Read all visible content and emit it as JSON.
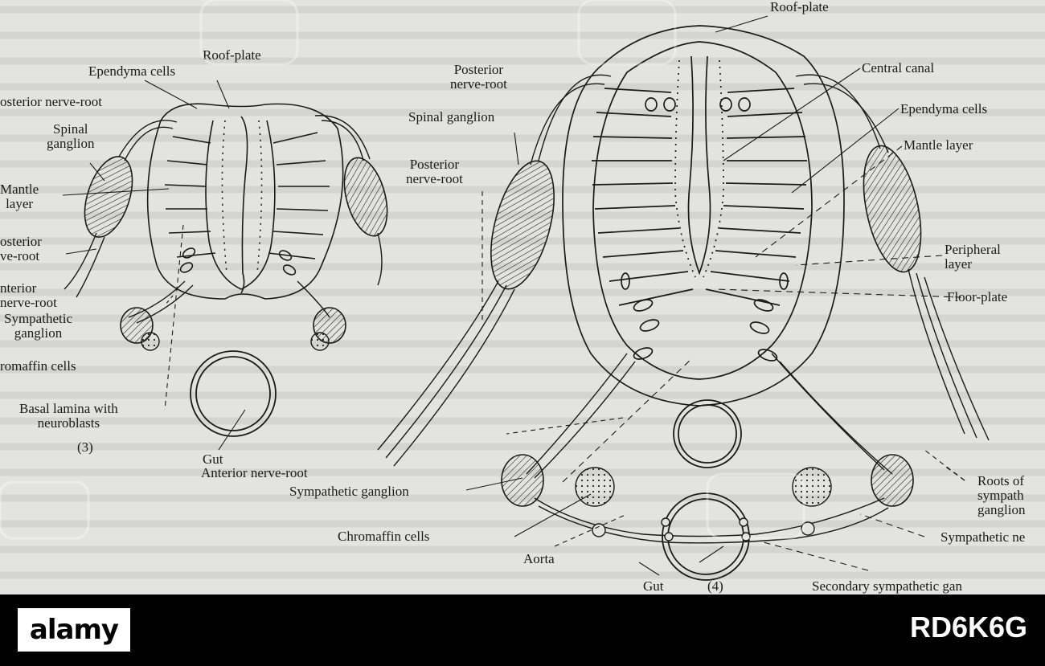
{
  "figure": {
    "left_panel": {
      "number": "(3)",
      "labels": {
        "roof_plate": "Roof-plate",
        "ependyma_cells": "Ependyma cells",
        "posterior_nerve_root": "osterior nerve-root",
        "spinal_ganglion": [
          "Spinal",
          "ganglion"
        ],
        "mantle_layer": [
          "Mantle",
          "layer"
        ],
        "posterior_root_2": [
          "osterior",
          "ve-root"
        ],
        "anterior_nerve_root": [
          "nterior",
          "nerve-root"
        ],
        "sympathetic_ganglion": [
          "Sympathetic",
          "ganglion"
        ],
        "chromaffin_cells": "romaffin cells",
        "basal_lamina": [
          "Basal lamina with",
          "neuroblasts"
        ],
        "gut": "Gut",
        "anterior_nerve_root_bottom": "Anterior nerve-root"
      }
    },
    "right_panel": {
      "number": "(4)",
      "labels": {
        "roof_plate": "Roof-plate",
        "posterior_nerve_root_top": [
          "Posterior",
          "nerve-root"
        ],
        "spinal_ganglion": "Spinal ganglion",
        "posterior_nerve_root_mid": [
          "Posterior",
          "nerve-root"
        ],
        "central_canal": "Central canal",
        "ependyma_cells": "Ependyma cells",
        "mantle_layer": "Mantle layer",
        "peripheral_layer": [
          "Peripheral",
          "layer"
        ],
        "floor_plate": "Floor-plate",
        "sympathetic_ganglion": "Sympathetic ganglion",
        "chromaffin_cells": "Chromaffin cells",
        "aorta": "Aorta",
        "gut": "Gut",
        "roots_of_sympathetic_ganglion": [
          "Roots of",
          "sympath",
          "ganglion"
        ],
        "sympathetic_nerve": "Sympathetic ne",
        "secondary_sympathetic": "Secondary sympathetic gan"
      }
    }
  },
  "footer": {
    "brand": "alamy",
    "stock_id": "RD6K6G"
  },
  "colors": {
    "paper": "#e3e3e1",
    "ink": "#1a1a1a",
    "footer_bg": "#000000",
    "watermark": "#ffffff"
  }
}
